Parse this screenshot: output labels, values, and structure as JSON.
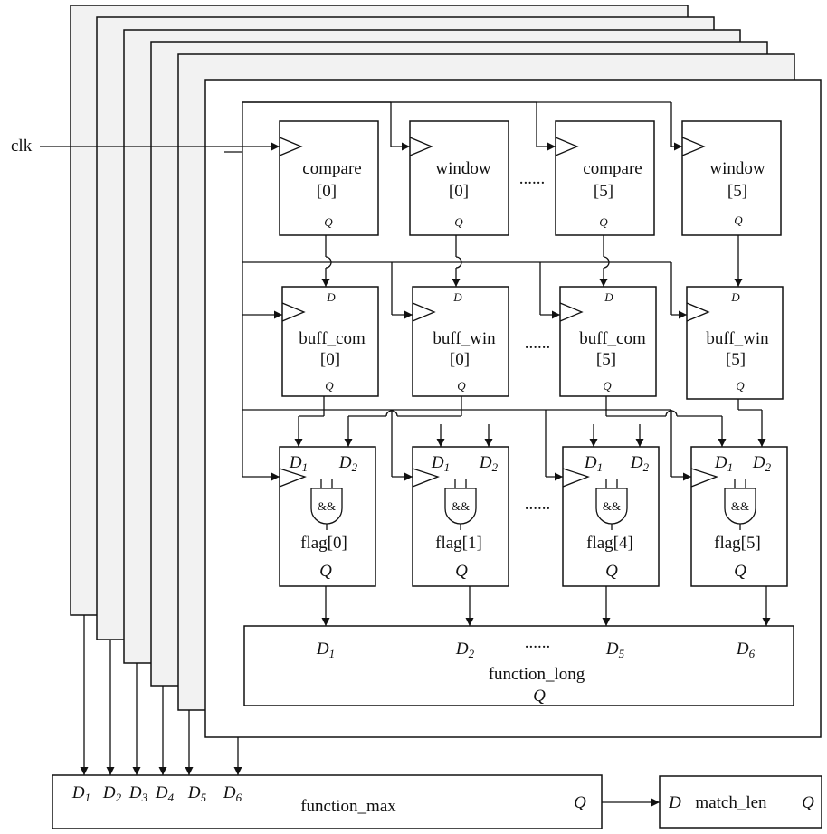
{
  "clk_label": "clk",
  "dots": "......",
  "registers": [
    {
      "name": "compare",
      "index": "[0]"
    },
    {
      "name": "window",
      "index": "[0]"
    },
    {
      "name": "compare",
      "index": "[5]"
    },
    {
      "name": "window",
      "index": "[5]"
    }
  ],
  "buffers": [
    {
      "name": "buff_com",
      "index": "[0]"
    },
    {
      "name": "buff_win",
      "index": "[0]"
    },
    {
      "name": "buff_com",
      "index": "[5]"
    },
    {
      "name": "buff_win",
      "index": "[5]"
    }
  ],
  "flags": [
    {
      "name": "flag[0]"
    },
    {
      "name": "flag[1]"
    },
    {
      "name": "flag[4]"
    },
    {
      "name": "flag[5]"
    }
  ],
  "and_symbol": "&&",
  "port": {
    "D": "D",
    "Q": "Q"
  },
  "function_long": {
    "label": "function_long",
    "inputs": [
      "1",
      "2",
      "5",
      "6"
    ],
    "output": "Q"
  },
  "function_max": {
    "label": "function_max",
    "inputs": [
      "1",
      "2",
      "3",
      "4",
      "5",
      "6"
    ],
    "output": "Q"
  },
  "match_len": {
    "label": "match_len",
    "input": "D",
    "output": "Q"
  }
}
